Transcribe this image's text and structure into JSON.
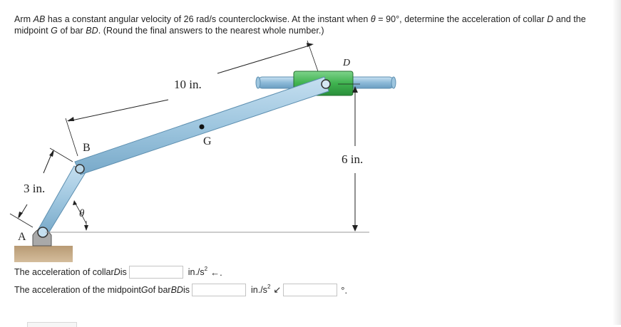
{
  "question": {
    "part1": "Arm ",
    "ab": "AB",
    "part2": " has a constant angular velocity of 26 rad/s counterclockwise. At the instant when ",
    "theta": "θ",
    "part3": " = 90°, determine the acceleration of collar ",
    "d": "D",
    "part4": " and the midpoint ",
    "g": "G",
    "part5": " of bar ",
    "bd": "BD",
    "part6": ". (Round the final answers to the nearest whole number.)"
  },
  "figure": {
    "label_10in": "10 in.",
    "label_6in": "6 in.",
    "label_3in": "3 in.",
    "label_a": "A",
    "label_b": "B",
    "label_d": "D",
    "label_g": "G",
    "label_theta": "θ",
    "colors": {
      "bar": "#9ec6df",
      "bar_edge": "#5d8fb0",
      "collar": "#3fb24f",
      "ground": "#c8ad88"
    }
  },
  "answers": {
    "row1": {
      "prefix": "The acceleration of collar ",
      "var": "D",
      "suffix": " is",
      "value": "",
      "unit": "in./s",
      "unit_exp": "2",
      "direction_icon": "←."
    },
    "row2": {
      "prefix": "The acceleration of the midpoint ",
      "var1": "G",
      "middle": " of bar ",
      "var2": "BD",
      "suffix": " is",
      "value": "",
      "unit": "in./s",
      "unit_exp": "2",
      "direction_icon": "↙",
      "angle_value": "",
      "angle_unit": "°."
    }
  }
}
